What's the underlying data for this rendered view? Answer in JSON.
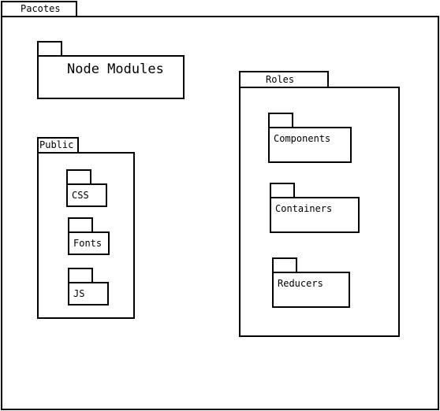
{
  "diagram": {
    "root": {
      "label": "Pacotes"
    },
    "node_modules": {
      "label": "Node Modules"
    },
    "public": {
      "label": "Public",
      "children": [
        {
          "label": "CSS"
        },
        {
          "label": "Fonts"
        },
        {
          "label": "JS"
        }
      ]
    },
    "roles": {
      "label": "Roles",
      "children": [
        {
          "label": "Components"
        },
        {
          "label": "Containers"
        },
        {
          "label": "Reducers"
        }
      ]
    }
  }
}
